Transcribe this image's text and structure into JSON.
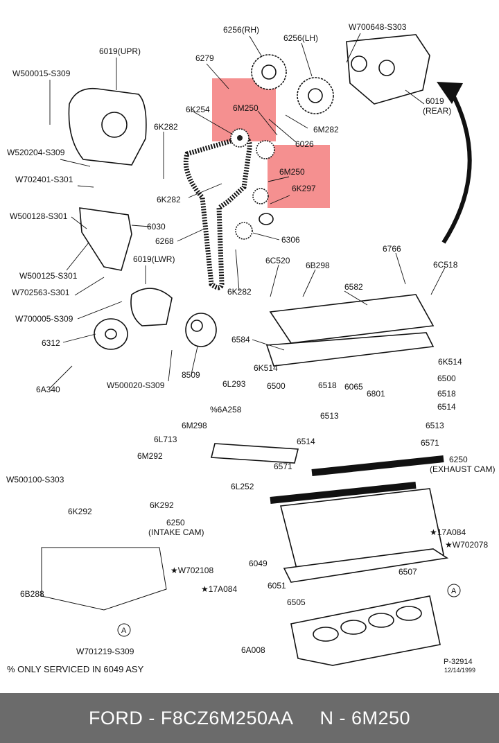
{
  "parts": {
    "p6256rh": "6256(RH)",
    "p6256lh": "6256(LH)",
    "w700648": "W700648-S303",
    "p6019upr": "6019(UPR)",
    "p6279": "6279",
    "w500015": "W500015-S309",
    "p6019rear_a": "6019",
    "p6019rear_b": "(REAR)",
    "p6m250_a": "6M250",
    "p6k254": "6K254",
    "p6m282": "6M282",
    "p6k282_a": "6K282",
    "p6026": "6026",
    "w520204": "W520204-S309",
    "p6m250_b": "6M250",
    "w702401": "W702401-S301",
    "p6k297": "6K297",
    "p6k282_b": "6K282",
    "w500128": "W500128-S301",
    "p6030": "6030",
    "p6268": "6268",
    "p6306": "6306",
    "p6766": "6766",
    "p6019lwr": "6019(LWR)",
    "p6c520": "6C520",
    "p6b298": "6B298",
    "p6c518": "6C518",
    "w500125": "W500125-S301",
    "w702563": "W702563-S301",
    "p6k282_c": "6K282",
    "p6582": "6582",
    "w700005": "W700005-S309",
    "p6312": "6312",
    "p6584": "6584",
    "w500020": "W500020-S309",
    "p8509": "8509",
    "p6a340": "6A340",
    "p6k514_a": "6K514",
    "p6k514_b": "6K514",
    "p6l293": "6L293",
    "p6500_a": "6500",
    "p6518_a": "6518",
    "p6065": "6065",
    "p6801": "6801",
    "p6500_b": "6500",
    "p6518_b": "6518",
    "p6514_a": "6514",
    "p6a258": "%6A258",
    "p6513_a": "6513",
    "p6m298": "6M298",
    "p6514_b": "6514",
    "p6513_b": "6513",
    "p6l713": "6L713",
    "p6571_a": "6571",
    "p6m292": "6M292",
    "p6571_b": "6571",
    "p6250_ex_a": "6250",
    "p6250_ex_b": "(EXHAUST CAM)",
    "w500100": "W500100-S303",
    "p6l252": "6L252",
    "p6k292_a": "6K292",
    "p6k292_b": "6K292",
    "p6250_in_a": "6250",
    "p6250_in_b": "(INTAKE CAM)",
    "p17a084_a": "★17A084",
    "w702078": "★W702078",
    "p6049": "6049",
    "w702108": "★W702108",
    "p6507": "6507",
    "p17a084_b": "★17A084",
    "p6051": "6051",
    "p6b288": "6B288",
    "p6505": "6505",
    "circle_a1": "A",
    "circle_a2": "A",
    "p6a008": "6A008",
    "w701219": "W701219-S309",
    "footnote": "% ONLY SERVICED IN 6049 ASY",
    "ref_code": "P-32914",
    "ref_date": "12/14/1999"
  },
  "highlight_color": "#f26b6b",
  "footer": {
    "brand": "FORD - F8CZ6M250AA",
    "part": "N - 6M250",
    "bg": "#6b6b6b"
  }
}
